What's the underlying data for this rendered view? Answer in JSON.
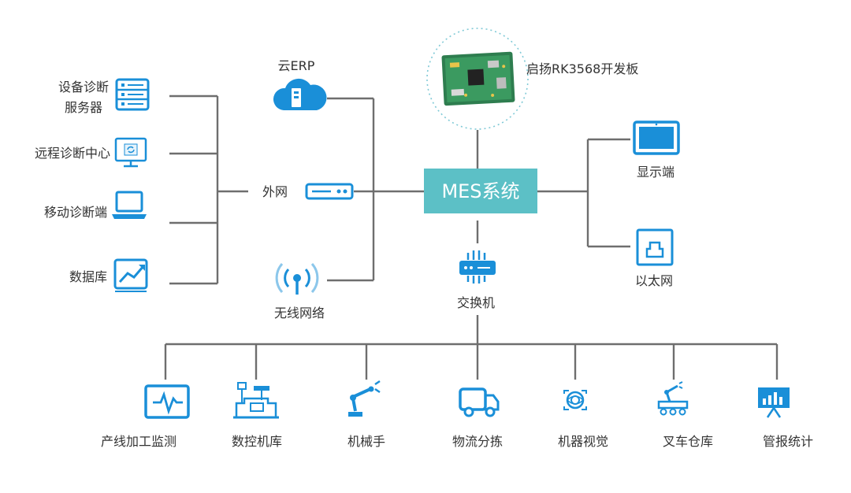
{
  "colors": {
    "accent": "#1a8fd8",
    "center_box": "#5cc0c6",
    "line": "#6e6e6e",
    "text": "#333333"
  },
  "center": {
    "label": "MES系统"
  },
  "board": {
    "label": "启扬RK3568开发板"
  },
  "left_nodes": [
    {
      "label_1": "设备诊断",
      "label_2": "服务器",
      "icon": "server-icon"
    },
    {
      "label": "远程诊断中心",
      "icon": "monitor-icon"
    },
    {
      "label": "移动诊断端",
      "icon": "laptop-icon"
    },
    {
      "label": "数据库",
      "icon": "chart-icon"
    }
  ],
  "mid_nodes": {
    "cloud": {
      "label": "云ERP",
      "icon": "cloud-server-icon"
    },
    "wan": {
      "label": "外网",
      "icon": "router-icon"
    },
    "wireless": {
      "label": "无线网络",
      "icon": "wireless-icon"
    }
  },
  "right_nodes": {
    "display": {
      "label": "显示端",
      "icon": "tablet-icon"
    },
    "ethernet": {
      "label": "以太网",
      "icon": "ethernet-port-icon"
    }
  },
  "switch": {
    "label": "交换机",
    "icon": "switch-icon"
  },
  "bottom_nodes": [
    {
      "label": "产线加工监测",
      "icon": "waveform-monitor-icon"
    },
    {
      "label": "数控机库",
      "icon": "cnc-machine-icon"
    },
    {
      "label": "机械手",
      "icon": "robot-arm-icon"
    },
    {
      "label": "物流分拣",
      "icon": "truck-icon"
    },
    {
      "label": "机器视觉",
      "icon": "eye-scan-icon"
    },
    {
      "label": "叉车仓库",
      "icon": "forklift-robot-icon"
    },
    {
      "label": "管报统计",
      "icon": "bar-chart-board-icon"
    }
  ]
}
